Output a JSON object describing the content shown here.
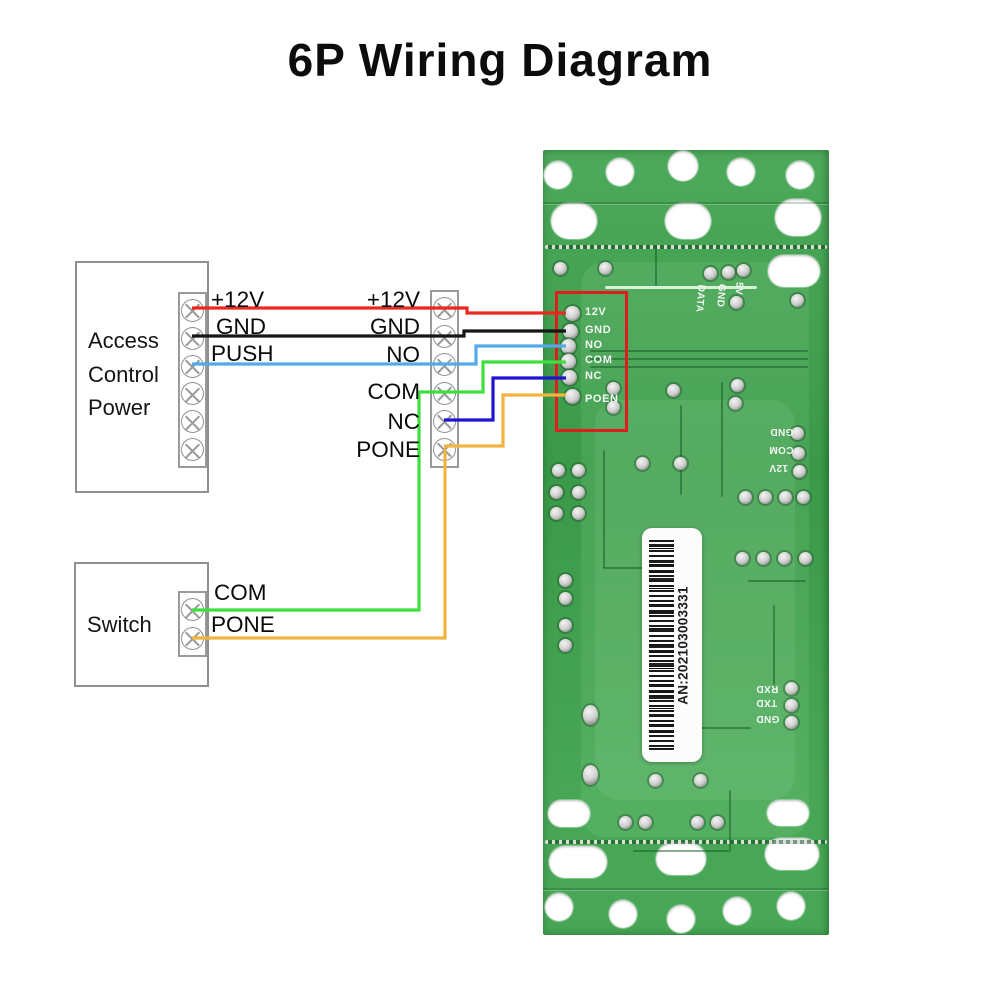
{
  "title": "6P Wiring Diagram",
  "access_control": {
    "label": "Access\nControl\nPower",
    "wire_labels": [
      "+12V",
      "GND",
      "PUSH"
    ]
  },
  "middle_block": {
    "wire_labels": [
      "+12V",
      "GND",
      "NO",
      "COM",
      "NC",
      "PONE"
    ]
  },
  "switch": {
    "label": "Switch",
    "wire_labels": [
      "COM",
      "PONE"
    ]
  },
  "pcb": {
    "connector_pins": [
      "12V",
      "GND",
      "NO",
      "COM",
      "NC",
      "POEN"
    ],
    "top_pads": [
      "DATA",
      "GND",
      "5V"
    ],
    "side_pads": [
      "GND",
      "COM",
      "12V"
    ],
    "serial_pads": [
      "RXD",
      "TXD",
      "GND"
    ],
    "barcode": "AN:202103003331"
  },
  "wires": [
    {
      "name": "+12V",
      "color": "#e8291f"
    },
    {
      "name": "GND",
      "color": "#161616"
    },
    {
      "name": "NO",
      "color": "#55a9e8"
    },
    {
      "name": "COM",
      "color": "#3fdf3f"
    },
    {
      "name": "NC",
      "color": "#2015cf"
    },
    {
      "name": "PONE",
      "color": "#f2b440"
    }
  ],
  "colors": {
    "pcb_green": "#3ea24d",
    "annotation_red": "#e01d1d",
    "silkscreen": "#f4f8f4",
    "box_border": "#8f8f8f"
  }
}
